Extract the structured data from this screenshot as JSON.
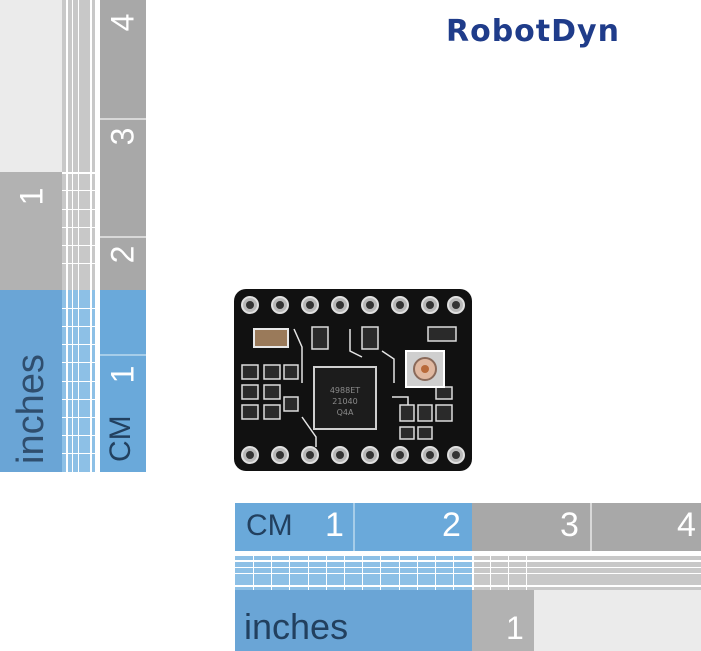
{
  "brand": {
    "logo": "RobotDyn"
  },
  "vertical_ruler": {
    "inches_label": "inches",
    "inch_numbers": [
      "1"
    ],
    "cm_label": "CM",
    "cm_numbers": [
      "1",
      "2",
      "3",
      "4"
    ]
  },
  "horizontal_ruler": {
    "cm_label": "CM",
    "cm_numbers": [
      "1",
      "2",
      "3",
      "4"
    ],
    "inches_label": "inches",
    "inch_numbers": [
      "1"
    ]
  },
  "board": {
    "chip_text": [
      "4988ET",
      "21040",
      "Q4A"
    ]
  }
}
